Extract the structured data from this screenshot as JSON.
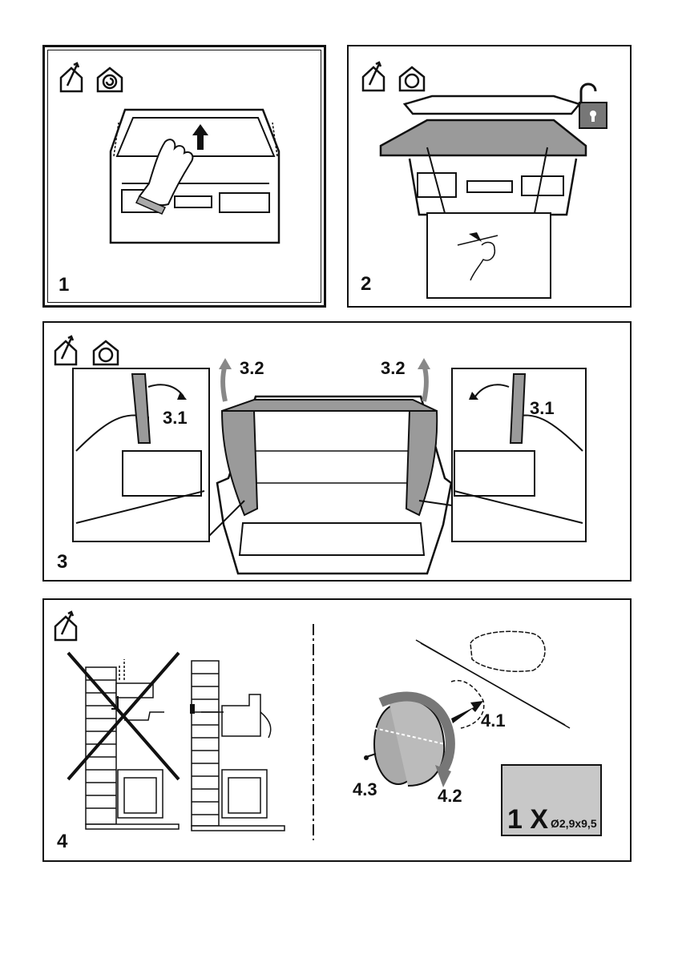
{
  "panels": [
    {
      "number": "1"
    },
    {
      "number": "2"
    },
    {
      "number": "3",
      "labels": {
        "left_rotate": "3.1",
        "left_lift": "3.2",
        "right_lift": "3.2",
        "right_rotate": "3.1"
      }
    },
    {
      "number": "4",
      "labels": {
        "insert": "4.1",
        "rotate": "4.2",
        "screw": "4.3"
      }
    }
  ],
  "screw_spec": {
    "quantity": "1 X",
    "size": "Ø2,9x9,5"
  },
  "icons": [
    "vent-outside-icon",
    "recirculation-icon",
    "padlock-open-icon",
    "screw-icon"
  ],
  "colors": {
    "panel_fill": "#9a9a9a",
    "screw_box": "#c8c8c8",
    "ink": "#111111"
  }
}
